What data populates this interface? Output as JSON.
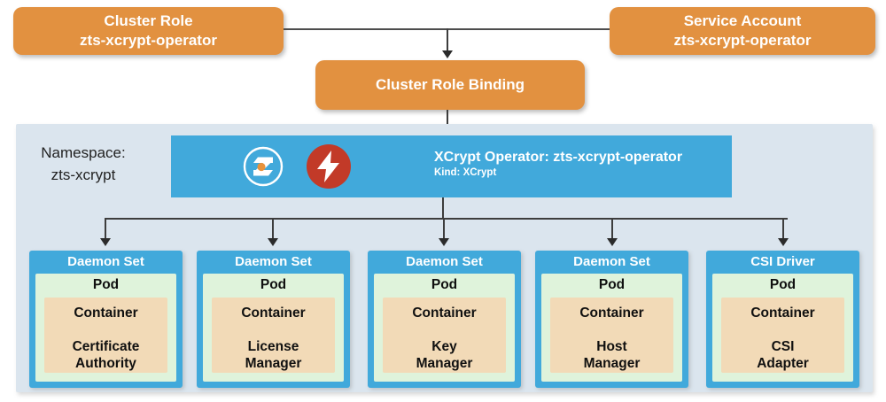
{
  "diagram": {
    "cluster_role": {
      "title": "Cluster Role",
      "name": "zts-xcrypt-operator"
    },
    "service_account": {
      "title": "Service Account",
      "name": "zts-xcrypt-operator"
    },
    "cluster_role_binding": {
      "title": "Cluster Role Binding"
    },
    "namespace": {
      "label": "Namespace:",
      "name": "zts-xcrypt"
    },
    "operator": {
      "title": "XCrypt Operator: zts-xcrypt-operator",
      "kind": "Kind: XCrypt",
      "icons": [
        {
          "name": "zettaset-z-logo-icon",
          "accent": "#E8923B",
          "foreground": "#ffffff"
        },
        {
          "name": "lightning-bolt-icon",
          "background": "#C23A28",
          "foreground": "#ffffff"
        }
      ]
    },
    "nodes": [
      {
        "kind": "Daemon Set",
        "pod": "Pod",
        "container": "Container",
        "component": "Certificate\nAuthority"
      },
      {
        "kind": "Daemon Set",
        "pod": "Pod",
        "container": "Container",
        "component": "License\nManager"
      },
      {
        "kind": "Daemon Set",
        "pod": "Pod",
        "container": "Container",
        "component": "Key\nManager"
      },
      {
        "kind": "Daemon Set",
        "pod": "Pod",
        "container": "Container",
        "component": "Host\nManager"
      },
      {
        "kind": "CSI Driver",
        "pod": "Pod",
        "container": "Container",
        "component": "CSI\nAdapter"
      }
    ],
    "colors": {
      "rbac_orange": "#E29140",
      "operator_blue": "#41A9DB",
      "namespace_background": "#DBE5EE",
      "pod_green": "#DFF3DB",
      "container_peach": "#F2DAB7",
      "connector": "#3d3d3d"
    }
  }
}
